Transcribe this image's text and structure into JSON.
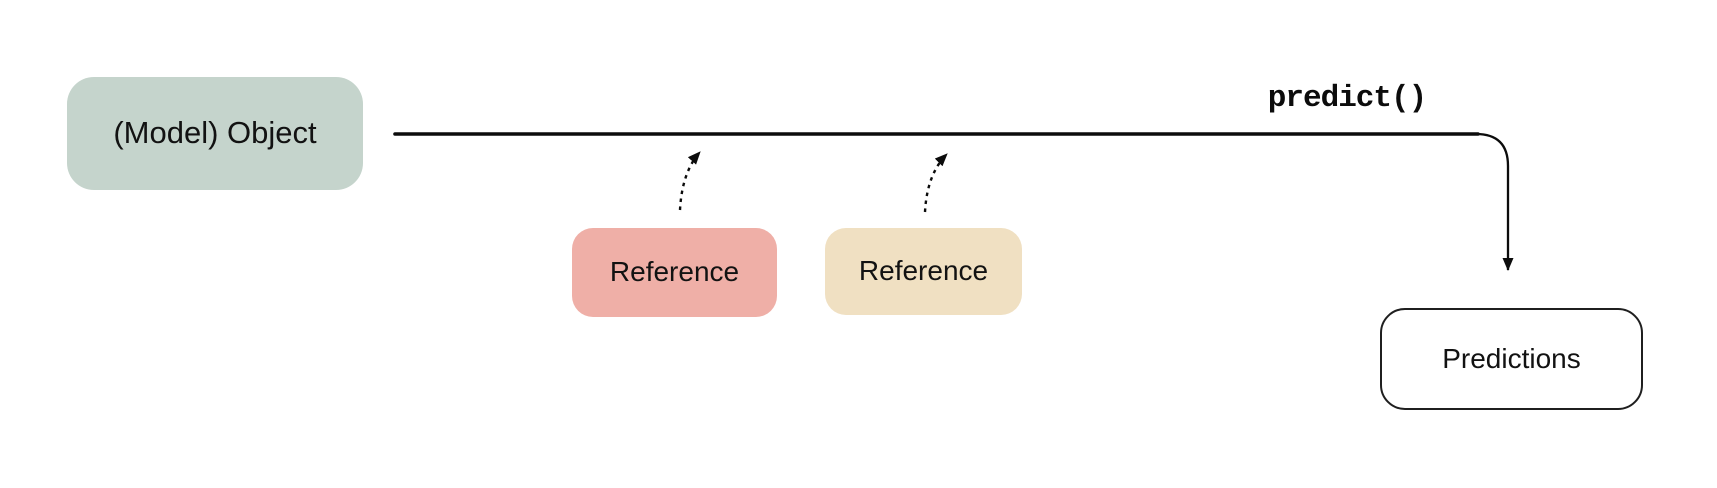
{
  "diagram": {
    "model_object": {
      "label": "(Model) Object",
      "fill": "#c5d4cc"
    },
    "reference_pink": {
      "label": "Reference",
      "fill": "#efafa7"
    },
    "reference_tan": {
      "label": "Reference",
      "fill": "#f0e0c2"
    },
    "predictions": {
      "label": "Predictions",
      "fill": "#ffffff",
      "border_color": "#1f1f1f"
    },
    "method_label": "predict()",
    "line_color": "#0c0c0c"
  }
}
